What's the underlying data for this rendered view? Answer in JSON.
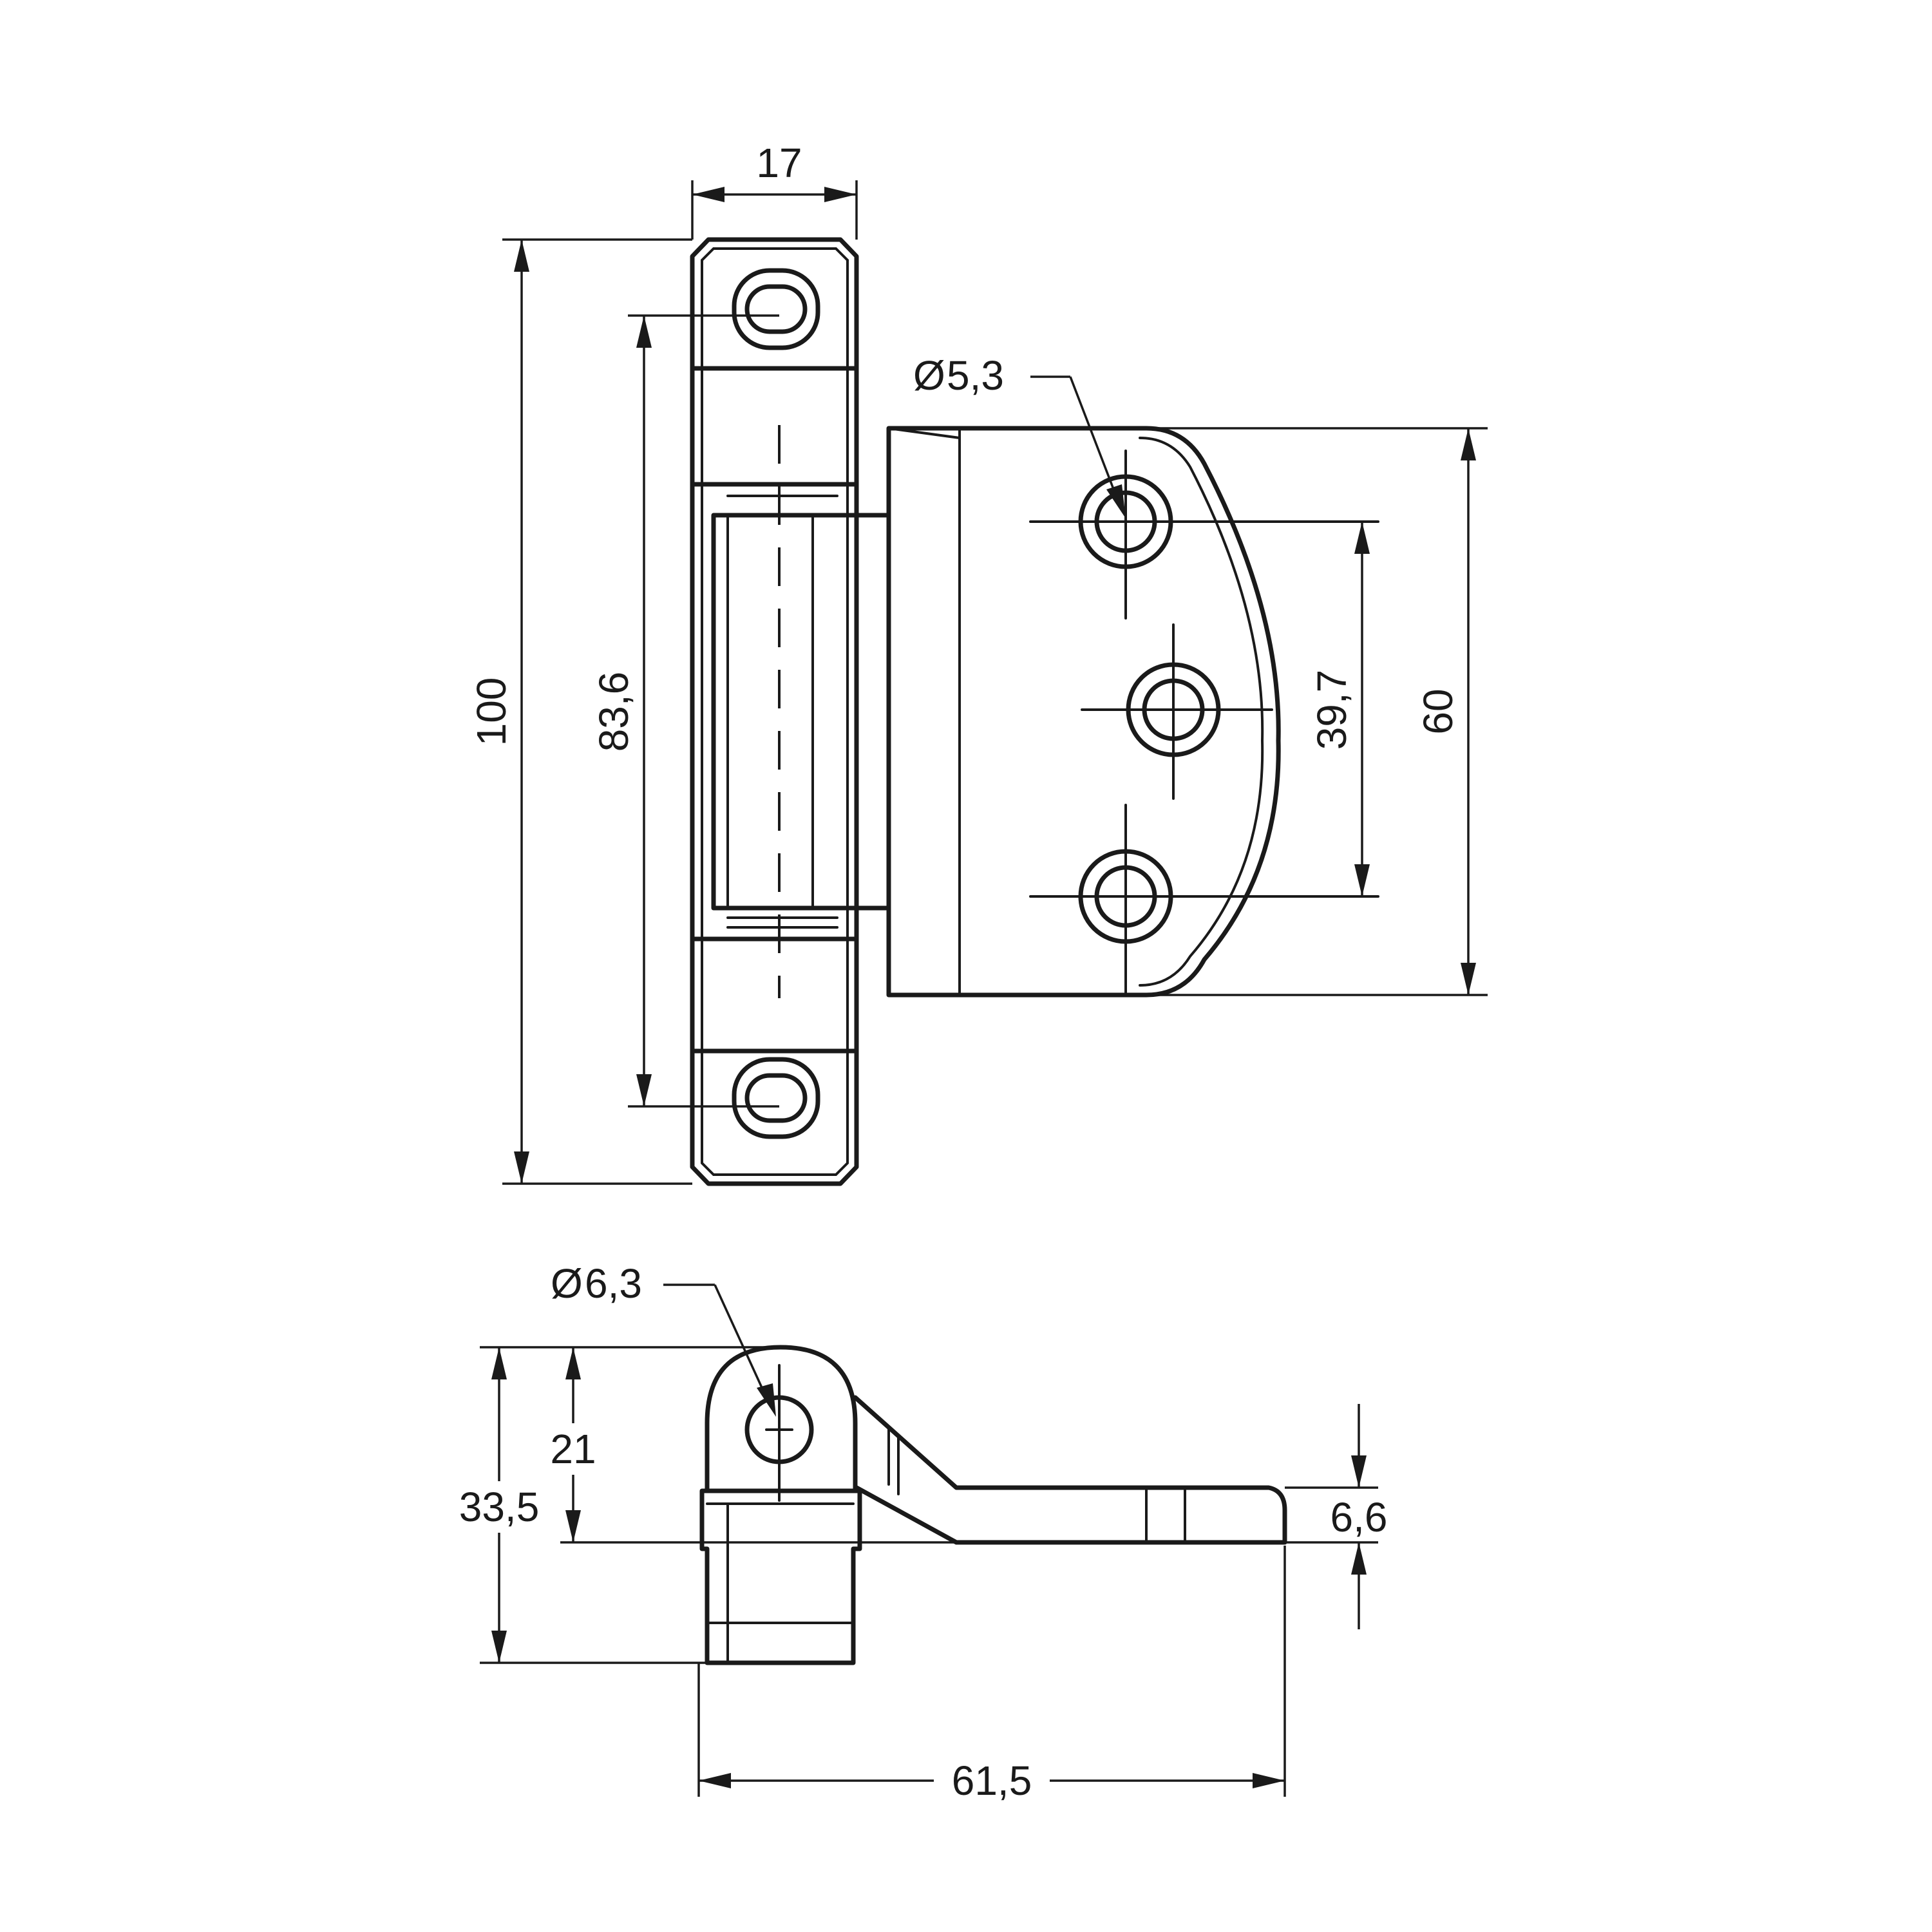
{
  "dimensions": {
    "width_top": "17",
    "overall_height": "100",
    "hole_spacing": "83,6",
    "hole_diameter_leaf": "5,3",
    "leaf_hole_spacing": "39,7",
    "leaf_height": "60",
    "pin_diameter": "6,3",
    "side_height": "33,5",
    "knuckle_height": "21",
    "leaf_thickness": "6,6",
    "overall_depth": "61,5"
  },
  "symbols": {
    "diameter": "Ø"
  }
}
